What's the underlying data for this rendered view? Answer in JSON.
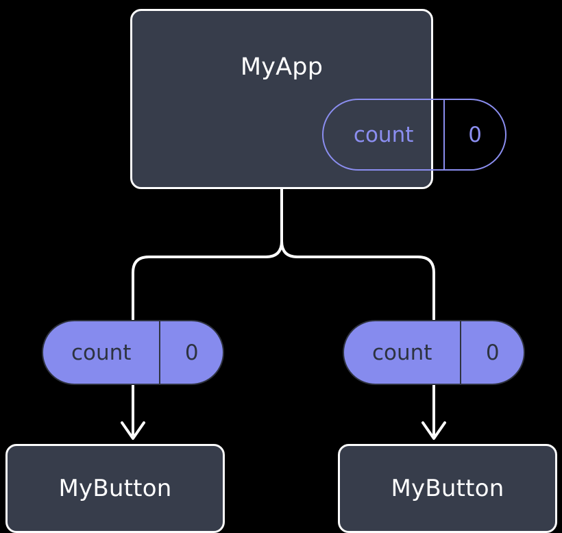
{
  "diagram": {
    "title_note": "component tree with props flow",
    "background_color": "#000000",
    "accent_color": "#868bee",
    "box_fill_color": "#373d4b",
    "stroke_color": "#ffffff"
  },
  "root": {
    "name": "MyApp",
    "state": {
      "key": "count",
      "value": "0"
    }
  },
  "children": [
    {
      "prop": {
        "key": "count",
        "value": "0"
      },
      "name": "MyButton"
    },
    {
      "prop": {
        "key": "count",
        "value": "0"
      },
      "name": "MyButton"
    }
  ],
  "connectors": {
    "branch_label": "",
    "arrow_label": ""
  }
}
